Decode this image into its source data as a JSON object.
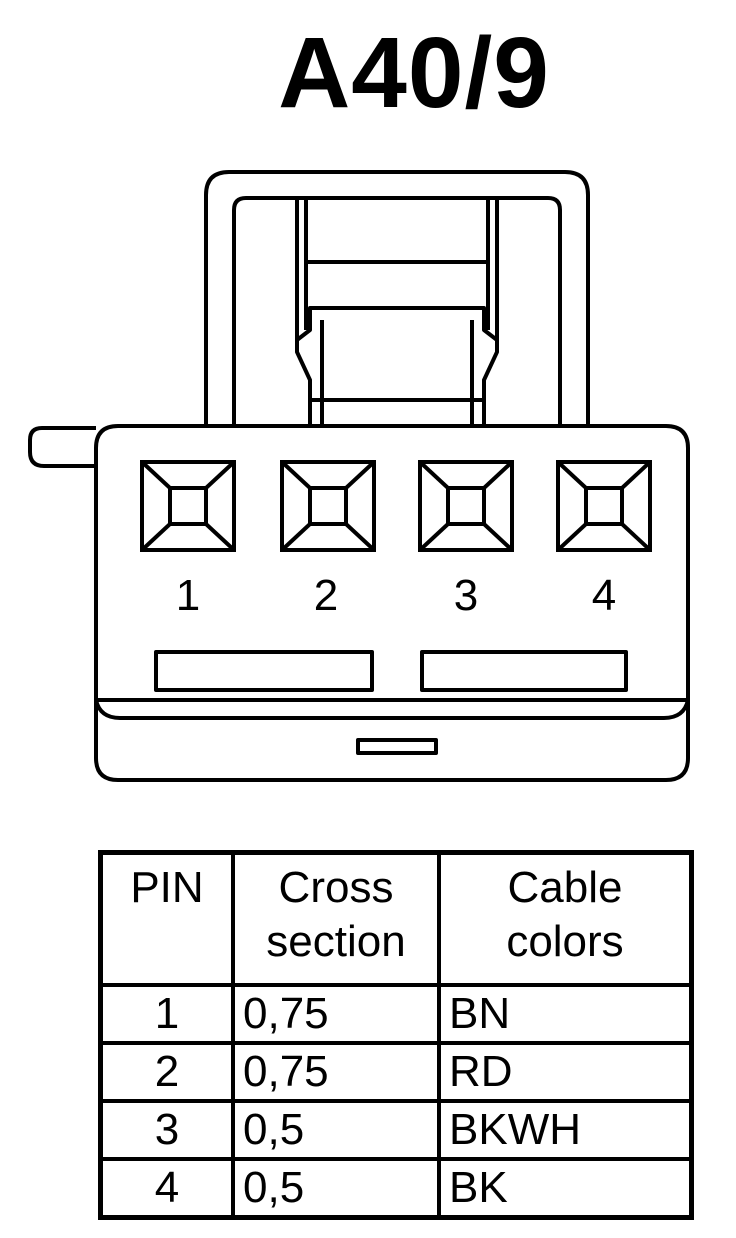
{
  "title": "A40/9",
  "connector": {
    "pins": [
      {
        "label": "1"
      },
      {
        "label": "2"
      },
      {
        "label": "3"
      },
      {
        "label": "4"
      }
    ]
  },
  "table": {
    "headers": {
      "pin": "PIN",
      "cross_line1": "Cross",
      "cross_line2": "section",
      "color_line1": "Cable",
      "color_line2": "colors"
    },
    "rows": [
      {
        "pin": "1",
        "cross_section": "0,75",
        "color": "BN"
      },
      {
        "pin": "2",
        "cross_section": "0,75",
        "color": "RD"
      },
      {
        "pin": "3",
        "cross_section": "0,5",
        "color": "BKWH"
      },
      {
        "pin": "4",
        "cross_section": "0,5",
        "color": "BK"
      }
    ]
  }
}
